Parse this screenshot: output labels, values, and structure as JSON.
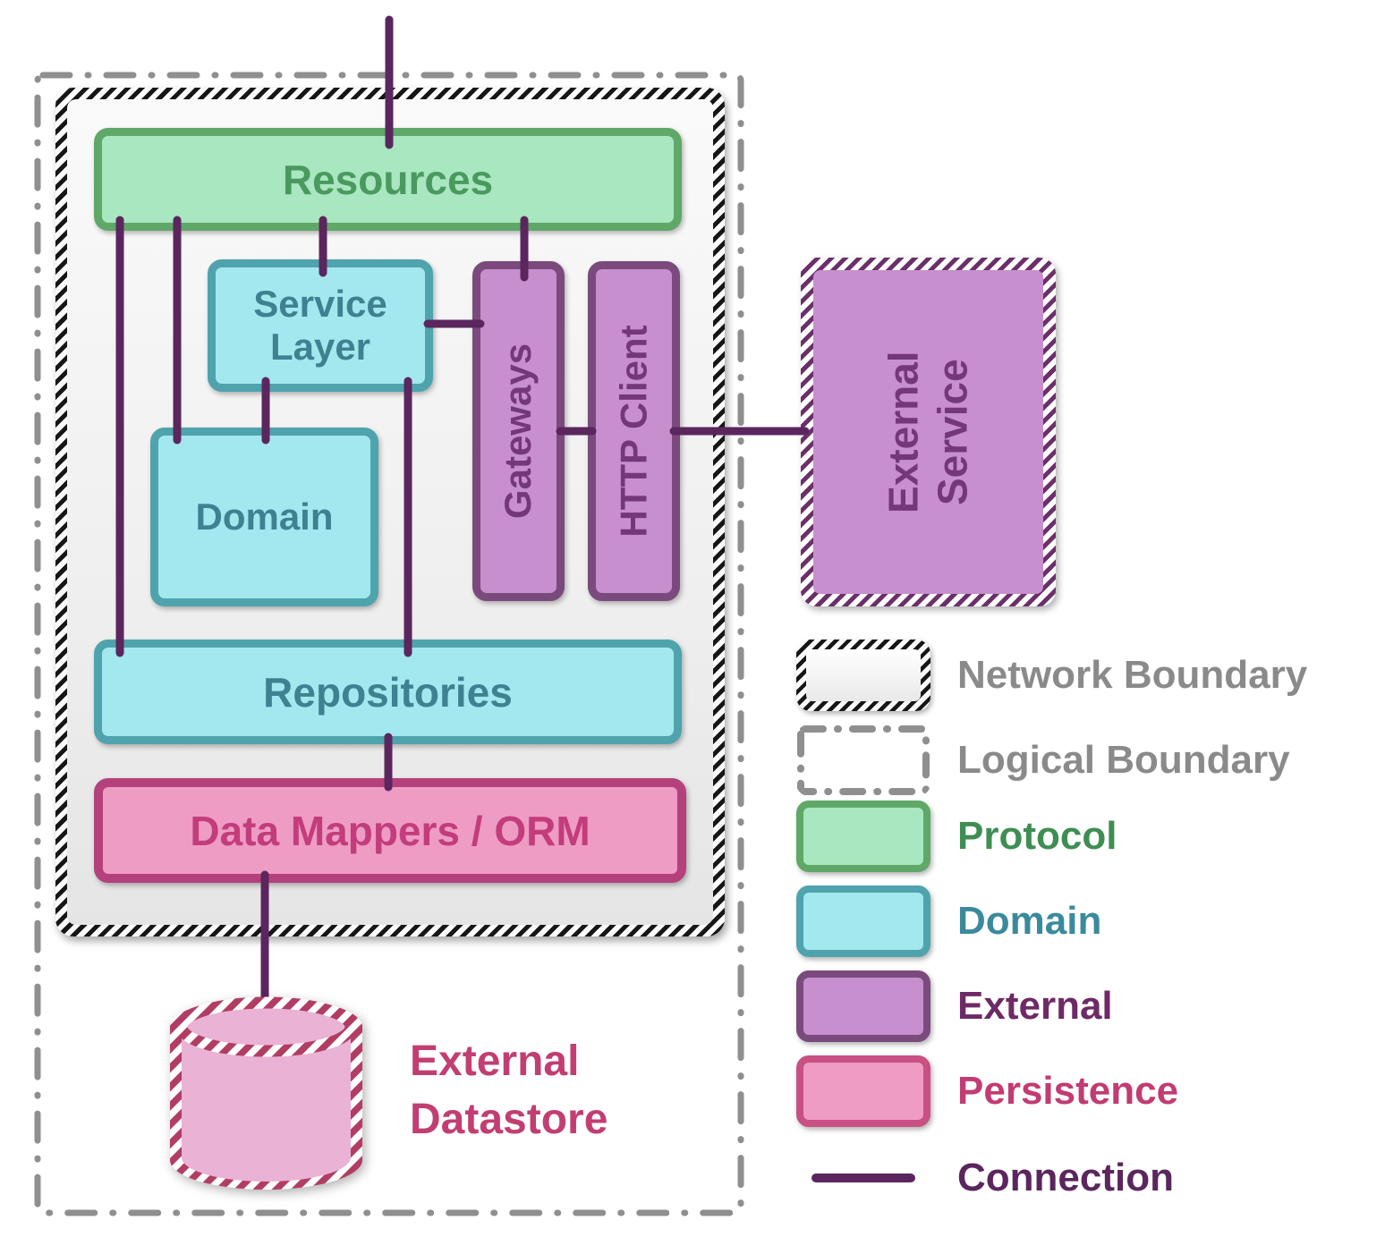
{
  "diagram": {
    "nodes": {
      "resources": "Resources",
      "service_layer": "Service Layer",
      "domain": "Domain",
      "gateways": "Gateways",
      "http_client": "HTTP Client",
      "repositories": "Repositories",
      "data_mappers": "Data Mappers / ORM",
      "external_service": "External Service",
      "external_datastore": "External Datastore"
    },
    "colors": {
      "protocol_fill": "#a8e7c0",
      "protocol_border": "#5fa868",
      "protocol_text": "#4a9a60",
      "domain_fill": "#a3e8ee",
      "domain_border": "#4fa3ad",
      "domain_text": "#3f8091",
      "external_fill": "#c78fcd",
      "external_border": "#7b4a7d",
      "external_text": "#74377a",
      "persistence_fill": "#ee9cc4",
      "persistence_border": "#b5417c",
      "persistence_text": "#c33c7c",
      "connection": "#5b265e",
      "boundary_gray": "#8f8f8f",
      "datastore_fill": "#eab2d4",
      "datastore_stripe": "#b23d62",
      "datastore_text": "#c23e72"
    }
  },
  "legend": {
    "items": [
      {
        "label": "Network Boundary",
        "type": "network-boundary"
      },
      {
        "label": "Logical Boundary",
        "type": "logical-boundary"
      },
      {
        "label": "Protocol",
        "type": "protocol"
      },
      {
        "label": "Domain",
        "type": "domain"
      },
      {
        "label": "External",
        "type": "external"
      },
      {
        "label": "Persistence",
        "type": "persistence"
      },
      {
        "label": "Connection",
        "type": "connection"
      }
    ]
  }
}
